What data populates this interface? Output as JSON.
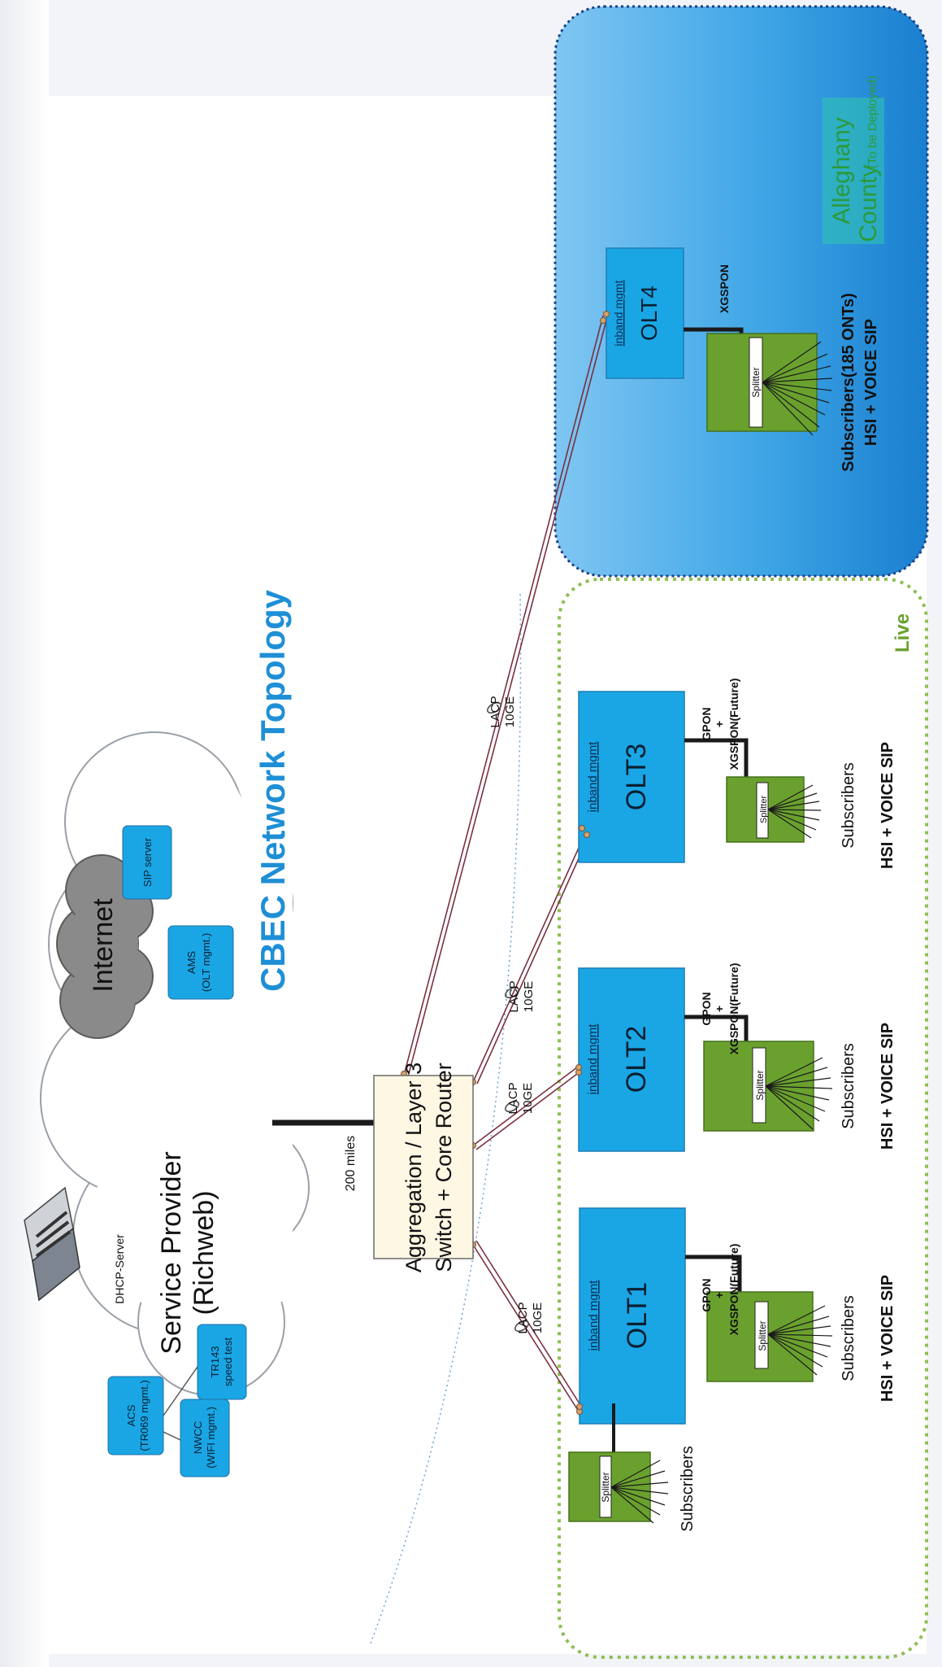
{
  "title": "CBEC Network Topology",
  "colors": {
    "olt_blue": "#1aa6e4",
    "title_blue": "#1e8fd6",
    "splitter_green": "#6aa12e",
    "live_border": "#8fbf55",
    "county_blue": "#1e86d4",
    "router_fill": "#fdf7e3",
    "cloud_fill": "#ffffff",
    "internet_fill": "#8a8a8a"
  },
  "service_provider": {
    "label_line1": "Service Provider",
    "label_line2": "(Richweb)",
    "dhcp_label": "DHCP-Server",
    "internet_label": "Internet",
    "boxes": [
      {
        "id": "acs",
        "line1": "ACS",
        "line2": "(TR069 mgmt.)"
      },
      {
        "id": "tr143",
        "line1": "TR143",
        "line2": "speed test"
      },
      {
        "id": "nwcc",
        "line1": "NWCC",
        "line2": "(WIFI mgmt.)"
      },
      {
        "id": "ams",
        "line1": "AMS",
        "line2": "(OLT mgmt.)"
      },
      {
        "id": "sip",
        "line1": "SIP server",
        "line2": ""
      }
    ]
  },
  "link_distance": "200 miles",
  "router": {
    "line1": "Aggregation / Layer 3",
    "line2": "Switch + Core Router"
  },
  "lacp": {
    "line1": "LACP",
    "line2": "10GE"
  },
  "olts": [
    {
      "id": "olt1",
      "name": "OLT1",
      "mgmt": "inband mgmt",
      "pon1": "GPON",
      "plus": "+",
      "pon2": "XGSPON(Future)",
      "splitter": "Splitter",
      "subscribers": "Subscribers",
      "service": "HSI + VOICE SIP"
    },
    {
      "id": "olt2",
      "name": "OLT2",
      "mgmt": "inband mgmt",
      "pon1": "GPON",
      "plus": "+",
      "pon2": "XGSPON(Future)",
      "splitter": "Splitter",
      "subscribers": "Subscribers",
      "service": "HSI + VOICE SIP"
    },
    {
      "id": "olt3",
      "name": "OLT3",
      "mgmt": "inband mgmt",
      "pon1": "GPON",
      "plus": "+",
      "pon2": "XGSPON(Future)",
      "splitter": "Splitter",
      "subscribers": "Subscribers",
      "service": "HSI + VOICE SIP"
    },
    {
      "id": "olt4",
      "name": "OLT4",
      "mgmt": "inband mgmt",
      "pon1": "XGSPON",
      "splitter": "Splitter",
      "subscribers": "Subscribers(185 ONTs)",
      "service": "HSI + VOICE SIP"
    }
  ],
  "extra_splitter": {
    "splitter": "Splitter",
    "subscribers": "Subscribers"
  },
  "live_label": "Live",
  "county": {
    "line1": "Alleghany",
    "line2": "County",
    "note": "(To be Deployed)"
  }
}
